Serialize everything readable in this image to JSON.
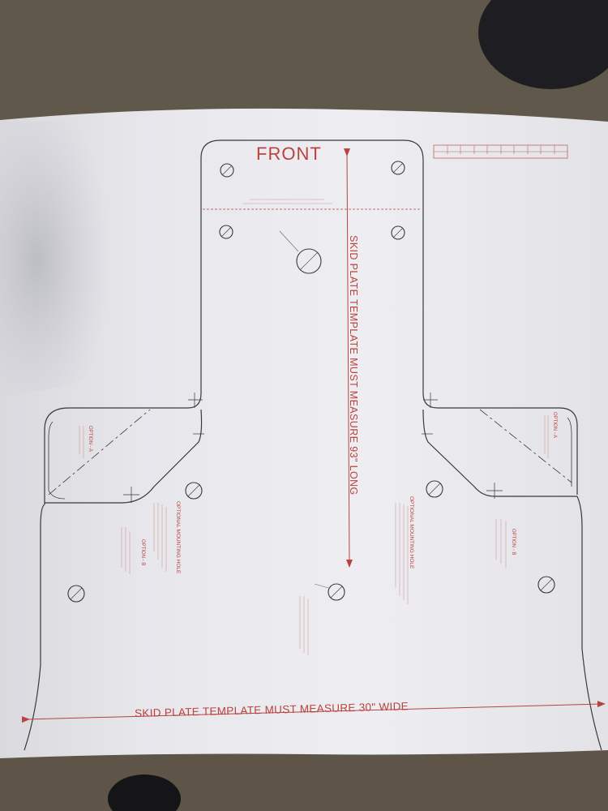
{
  "template": {
    "front_label": "FRONT",
    "length_note": "SKID PLATE TEMPLATE MUST MEASURE 93\" LONG",
    "width_note": "SKID PLATE TEMPLATE MUST MEASURE 30\" WIDE",
    "option_a_label": "OPTION - A",
    "option_b_label": "OPTION - B",
    "mounting_hole_note": "OPTIONAL MOUNTING HOLE"
  },
  "colors": {
    "carpet": "#5e5548",
    "paper": "#ebebef",
    "ink": "#3a3838",
    "red_ink": "#b8433f"
  }
}
